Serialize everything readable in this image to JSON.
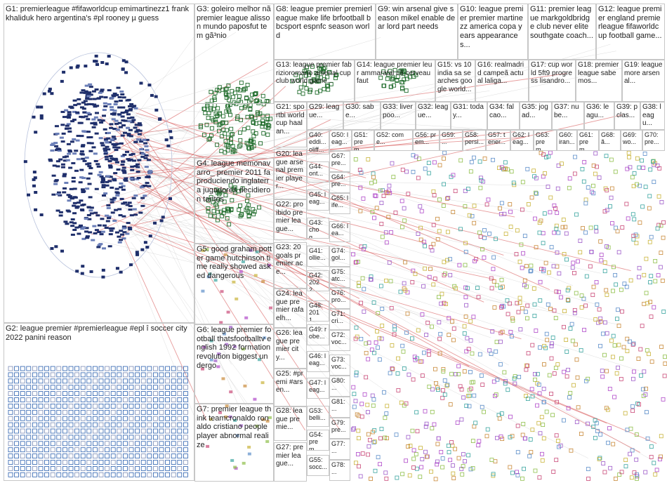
{
  "groups": [
    {
      "id": "G1",
      "label": "G1: premierleague #fifaworldcup emimartinezz1 frankkhaliduk hero argentina's #pl rooney µ guess"
    },
    {
      "id": "G2",
      "label": "G2: league premier #premierleague #epl î soccer city 2022 panini reason"
    },
    {
      "id": "G3",
      "label": "G3: goleiro melhor nã premier league alisson mundo paposfut tem gã³nio"
    },
    {
      "id": "G4",
      "label": "G4: league memonavarro_ premier 2011 fa produciendo inglaterra jugadores decidieron tantos"
    },
    {
      "id": "G5",
      "label": "G5: good graham potter game hutchinson time really showed asked dangerous"
    },
    {
      "id": "G6",
      "label": "G6: league premier football thatsfootballtv english 1992 formation revolution biggest undergo"
    },
    {
      "id": "G7",
      "label": "G7: premier league think teamcronaldo ronaldo cristiano people player abnormal realize"
    },
    {
      "id": "G8",
      "label": "G8: league premier premierleague make life brfootball bbcsport espnfc season world"
    },
    {
      "id": "G9",
      "label": "G9: win arsenal give season mikel enable dear lord part needs"
    },
    {
      "id": "G10",
      "label": "G10: league premier premier martinezz america copa years appearances..."
    },
    {
      "id": "G11",
      "label": "G11: premier league markgoldbridge club never elite southgate coach..."
    },
    {
      "id": "G12",
      "label": "G12: league premier england premierleague fifaworldcup football game..."
    },
    {
      "id": "G13",
      "label": "G13: league premier fabrizioromano arsenal cup club world game..."
    },
    {
      "id": "G14",
      "label": "G14: league premier leur ammaratal cã cerveau faut"
    },
    {
      "id": "G15",
      "label": "G15: vs 10 india sa searches google world..."
    },
    {
      "id": "G16",
      "label": "G16: realmadrid campeã actual laliga..."
    },
    {
      "id": "G17",
      "label": "G17: cup world 5ft9 progress lisandro..."
    },
    {
      "id": "G18",
      "label": "G18: premier league sabemos..."
    },
    {
      "id": "G19",
      "label": "G19: league more arsenal..."
    },
    {
      "id": "G20",
      "label": "G20: league arsenal premier player..."
    },
    {
      "id": "G21",
      "label": "G21: sportbi world cup haalan..."
    },
    {
      "id": "G22",
      "label": "G22: proibido premier league..."
    },
    {
      "id": "G23",
      "label": "G23: 20 goals premier ace..."
    },
    {
      "id": "G24",
      "label": "G24: league premier rafaelh..."
    },
    {
      "id": "G25",
      "label": "G25: #premi #arsen..."
    },
    {
      "id": "G26",
      "label": "G26: league premier city..."
    },
    {
      "id": "G27",
      "label": "G27: premier league..."
    },
    {
      "id": "G28",
      "label": "G28: league premie..."
    },
    {
      "id": "G29",
      "label": "G29: league..."
    },
    {
      "id": "G30",
      "label": "G30: sabe..."
    },
    {
      "id": "G31",
      "label": "G31: today..."
    },
    {
      "id": "G32",
      "label": "G32: league..."
    },
    {
      "id": "G33",
      "label": "G33: liverpoo..."
    },
    {
      "id": "G34",
      "label": "G34: falcao..."
    },
    {
      "id": "G35",
      "label": "G35: jogad..."
    },
    {
      "id": "G36",
      "label": "G36: leagu..."
    },
    {
      "id": "G37",
      "label": "G37: nube..."
    },
    {
      "id": "G38",
      "label": "G38: leagu..."
    },
    {
      "id": "G39",
      "label": "G39: pclas..."
    },
    {
      "id": "G40",
      "label": "G40: eddi... oliff..."
    },
    {
      "id": "G41",
      "label": "G41: ollie..."
    },
    {
      "id": "G42",
      "label": "G42: 2022..."
    },
    {
      "id": "G43",
      "label": "G43: choq..."
    },
    {
      "id": "G44",
      "label": "G44: ont..."
    },
    {
      "id": "G45",
      "label": "G45: leag..."
    },
    {
      "id": "G46",
      "label": "G46: leag..."
    },
    {
      "id": "G47",
      "label": "G47: leag..."
    },
    {
      "id": "G48",
      "label": "G48: 2011..."
    },
    {
      "id": "G49",
      "label": "G49: robe..."
    },
    {
      "id": "G50",
      "label": "G50: leag..."
    },
    {
      "id": "G51",
      "label": "G51: prem..."
    },
    {
      "id": "G52",
      "label": "G52: come..."
    },
    {
      "id": "G53",
      "label": "G53: belli..."
    },
    {
      "id": "G54",
      "label": "G54: prem..."
    },
    {
      "id": "G55",
      "label": "G55: socc..."
    },
    {
      "id": "G56",
      "label": "G56: prem..."
    },
    {
      "id": "G57",
      "label": "G57: tener..."
    },
    {
      "id": "G58",
      "label": "G58: persi..."
    },
    {
      "id": "G59",
      "label": "G59: ..."
    },
    {
      "id": "G60",
      "label": "G60: iran..."
    },
    {
      "id": "G61",
      "label": "G61: prem..."
    },
    {
      "id": "G62",
      "label": "G62: leag..."
    },
    {
      "id": "G63",
      "label": "G63: prem..."
    },
    {
      "id": "G64",
      "label": "G64: pre..."
    },
    {
      "id": "G65",
      "label": "G65: life..."
    },
    {
      "id": "G66",
      "label": "G66: lea..."
    },
    {
      "id": "G67",
      "label": "G67: pre..."
    },
    {
      "id": "G68",
      "label": "G68: ã..."
    },
    {
      "id": "G69",
      "label": "G69: wo..."
    },
    {
      "id": "G70",
      "label": "G70: pre..."
    },
    {
      "id": "G71",
      "label": "G71: cri..."
    },
    {
      "id": "G72",
      "label": "G72: voc..."
    },
    {
      "id": "G73",
      "label": "G73: voc..."
    },
    {
      "id": "G74",
      "label": "G74: gol..."
    },
    {
      "id": "G75",
      "label": "G75: atc..."
    },
    {
      "id": "G76",
      "label": "G76: pro..."
    },
    {
      "id": "G77",
      "label": "G77: ..."
    },
    {
      "id": "G78",
      "label": "G78: ..."
    },
    {
      "id": "G79",
      "label": "G79: pre..."
    },
    {
      "id": "G80",
      "label": "G80: ..."
    },
    {
      "id": "G81",
      "label": "G81: ..."
    }
  ],
  "colors": {
    "border": "#c7c7c7",
    "edge_gray": "#b0b0b0",
    "edge_red": "#d44a4a",
    "node_navy": "#1f2f6b",
    "node_green": "#1e6b2a",
    "node_blue": "#2a5fae"
  }
}
